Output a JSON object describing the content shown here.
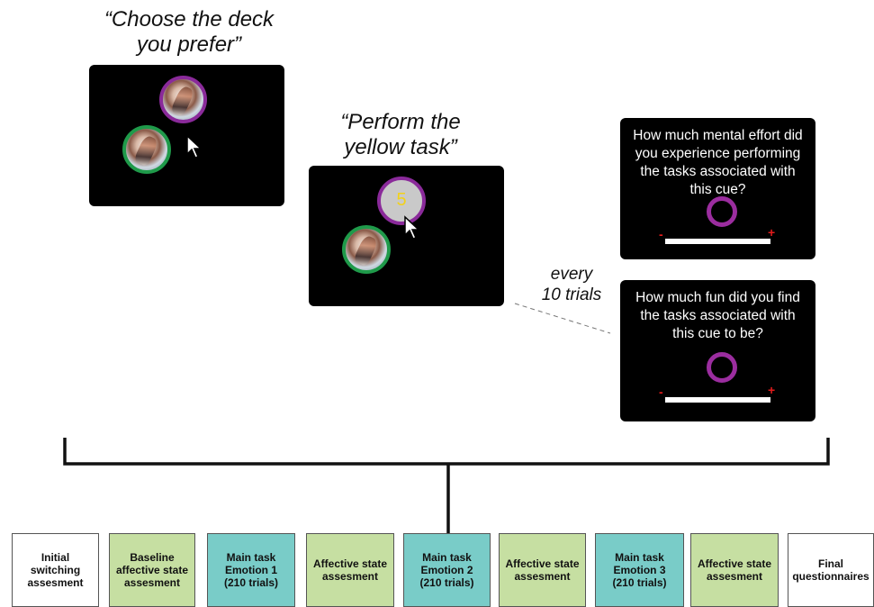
{
  "captions": {
    "choose": "“Choose the deck\nyou prefer”",
    "perform": "“Perform the\nyellow task”"
  },
  "task_screen": {
    "token_number": "5"
  },
  "probes": {
    "frequency": "every\n10 trials",
    "effort_question": "How much mental effort did\nyou experience performing\nthe tasks associated with\nthis cue?",
    "fun_question": "How much fun did you find\nthe tasks associated with\nthis cue to be?",
    "minus": "-",
    "plus": "+"
  },
  "phases": [
    {
      "label": "Initial\nswitching\nassesment",
      "color": "#ffffff"
    },
    {
      "label": "Baseline\naffective state\nassesment",
      "color": "#c6dfa2"
    },
    {
      "label": "Main task\nEmotion 1\n(210 trials)",
      "color": "#79ccc8"
    },
    {
      "label": "Affective state\nassesment",
      "color": "#c6dfa2"
    },
    {
      "label": "Main task\nEmotion 2\n(210 trials)",
      "color": "#79ccc8"
    },
    {
      "label": "Affective state\nassesment",
      "color": "#c6dfa2"
    },
    {
      "label": "Main task\nEmotion 3\n(210 trials)",
      "color": "#79ccc8"
    },
    {
      "label": "Affective state\nassesment",
      "color": "#c6dfa2"
    },
    {
      "label": "Final\nquestionnaires",
      "color": "#ffffff"
    }
  ],
  "colors": {
    "purple_ring": "#8a2a9a",
    "green_ring": "#1f9a4a",
    "yellow_number": "#f2d21a",
    "slider_signs": "#e21b1b"
  }
}
